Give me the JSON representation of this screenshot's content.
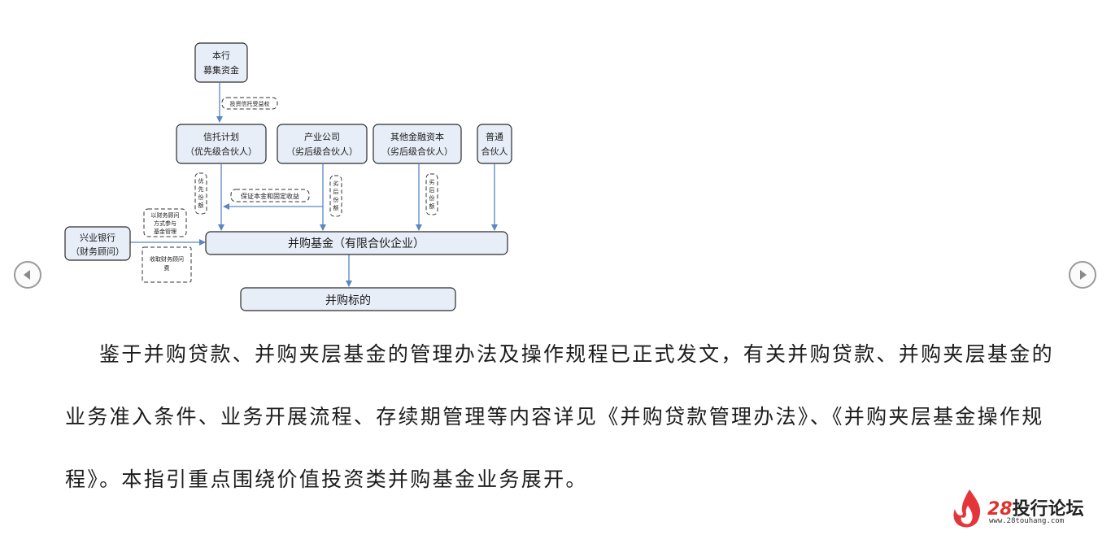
{
  "diagram": {
    "nodes": {
      "bank_funds": [
        "本行",
        "募集资金"
      ],
      "trust": [
        "信托计划",
        "（优先级合伙人）"
      ],
      "industry": [
        "产业公司",
        "（劣后级合伙人）"
      ],
      "other_capital": [
        "其他金融资本",
        "（劣后级合伙人）"
      ],
      "gp": [
        "普通",
        "合伙人"
      ],
      "cib": [
        "兴业银行",
        "（财务顾问）"
      ],
      "fund": "并购基金（有限合伙企业）",
      "target": "并购标的"
    },
    "labels": {
      "trust_beneficiary": "投资信托受益权",
      "priority_share": [
        "优",
        "先",
        "份",
        "额"
      ],
      "guarantee": "保证本金和固定收益",
      "sub_share_1": [
        "劣",
        "后",
        "份",
        "额"
      ],
      "sub_share_2": [
        "劣",
        "后",
        "份",
        "额"
      ],
      "advisor_role": [
        "以财务顾问",
        "方式参与",
        "基金管理"
      ],
      "advisor_fee": [
        "收取财务顾问",
        "费"
      ]
    }
  },
  "paragraph": "鉴于并购贷款、并购夹层基金的管理办法及操作规程已正式发文，有关并购贷款、并购夹层基金的业务准入条件、业务开展流程、存续期管理等内容详见《并购贷款管理办法》、《并购夹层基金操作规程》。本指引重点围绕价值投资类并购基金业务展开。",
  "logo": {
    "number": "28",
    "name": "投行论坛",
    "url": "www.28touhang.com"
  },
  "nav": {
    "prev": "prev-icon",
    "next": "next-icon"
  }
}
